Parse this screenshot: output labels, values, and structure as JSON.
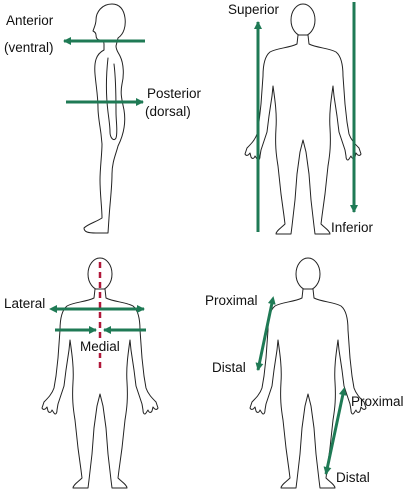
{
  "colors": {
    "arrow": "#1f7a55",
    "midline": "#b0183a",
    "outline": "#222222"
  },
  "panels": {
    "anterior_posterior": {
      "anterior_line1": "Anterior",
      "anterior_line2": "(ventral)",
      "posterior_line1": "Posterior",
      "posterior_line2": "(dorsal)"
    },
    "superior_inferior": {
      "superior": "Superior",
      "inferior": "Inferior"
    },
    "lateral_medial": {
      "lateral": "Lateral",
      "medial": "Medial"
    },
    "proximal_distal": {
      "arm_proximal": "Proximal",
      "arm_distal": "Distal",
      "leg_proximal": "Proximal",
      "leg_distal": "Distal"
    }
  }
}
